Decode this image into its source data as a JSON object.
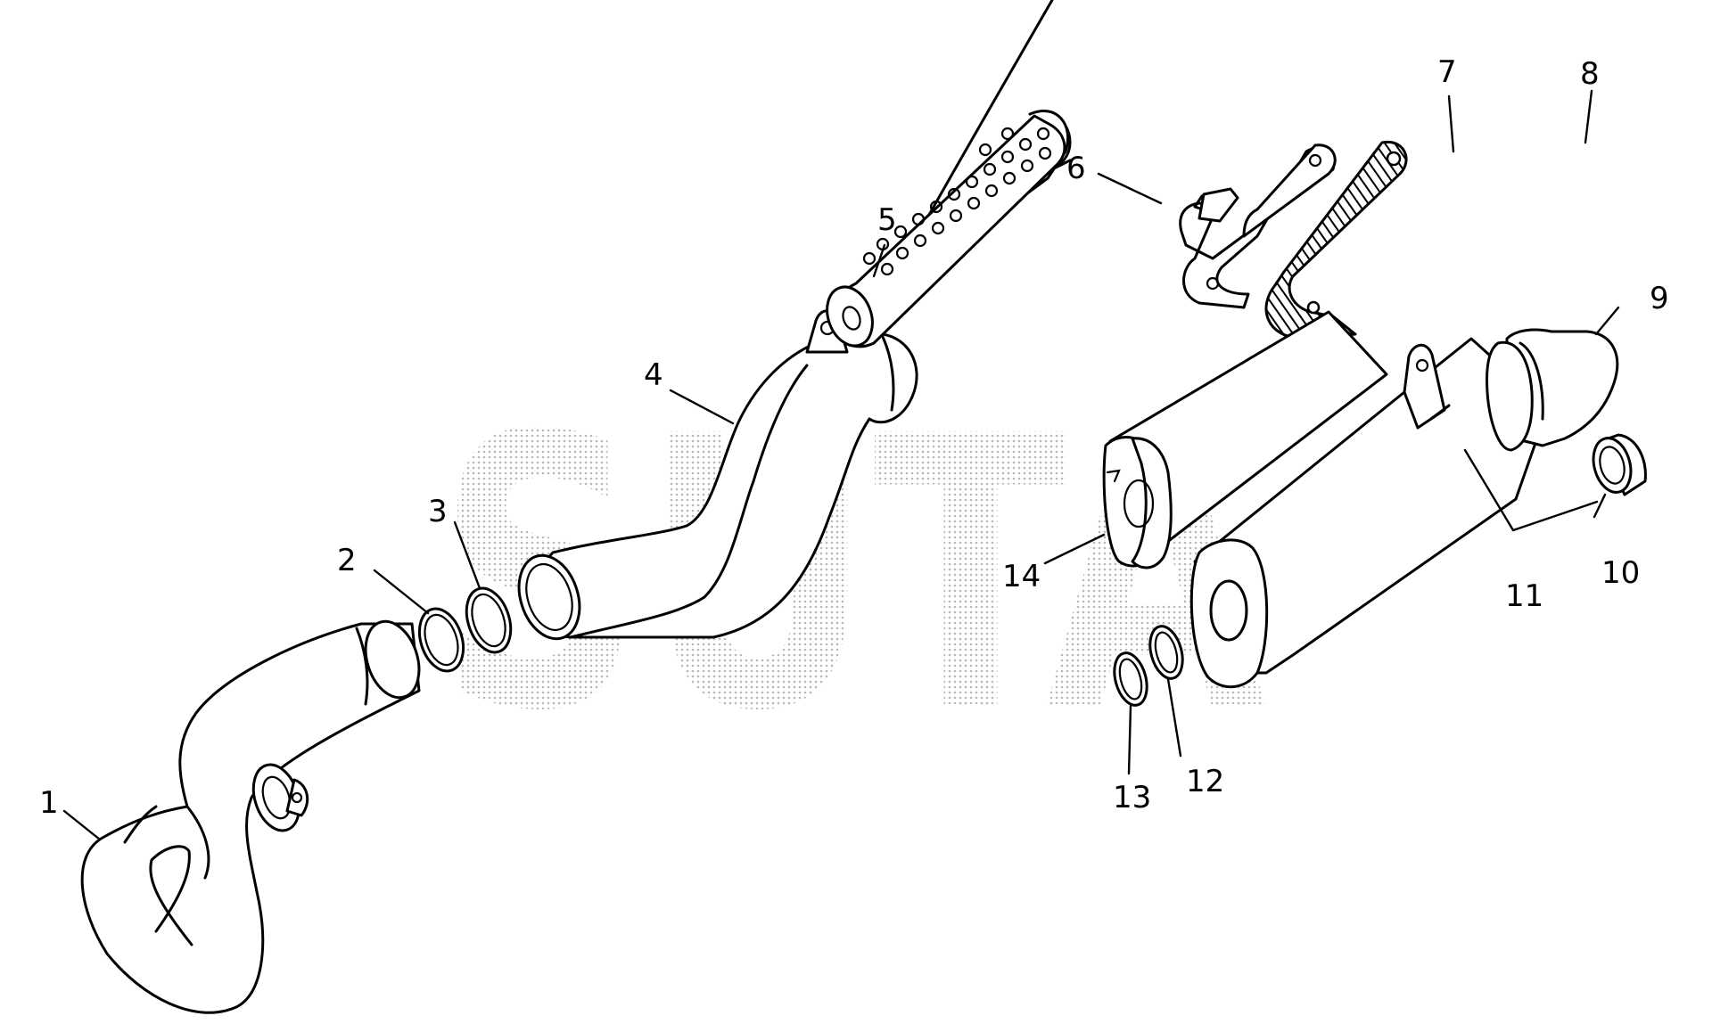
{
  "watermark": {
    "text": "SUTA",
    "color": "#bdbdbd"
  },
  "colors": {
    "line": "#000000",
    "background": "#ffffff"
  },
  "callouts": [
    {
      "number": "1"
    },
    {
      "number": "2"
    },
    {
      "number": "3"
    },
    {
      "number": "4"
    },
    {
      "number": "5"
    },
    {
      "number": "6"
    },
    {
      "number": "7"
    },
    {
      "number": "8"
    },
    {
      "number": "9"
    },
    {
      "number": "10"
    },
    {
      "number": "11"
    },
    {
      "number": "12"
    },
    {
      "number": "13"
    },
    {
      "number": "14"
    }
  ]
}
